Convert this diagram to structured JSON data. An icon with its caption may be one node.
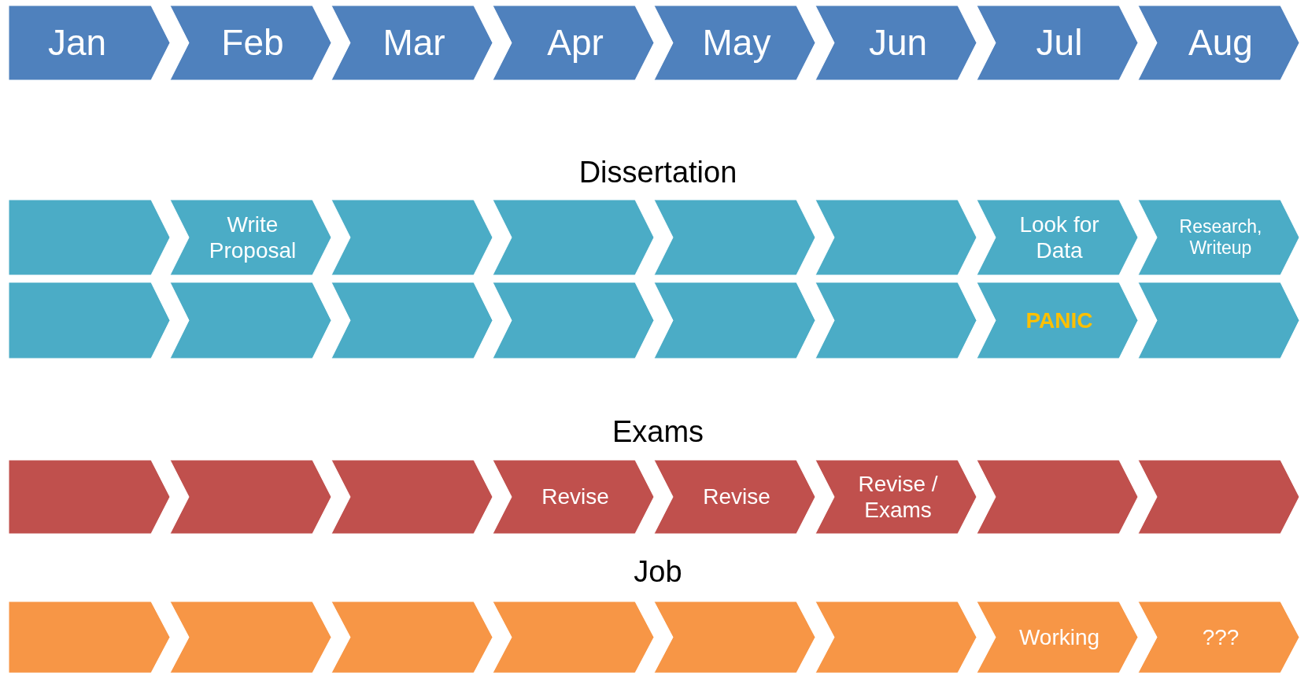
{
  "diagram": {
    "nodes": [
      {
        "text": [
          "Jan"
        ]
      },
      {
        "text": [
          "Feb"
        ]
      },
      {
        "text": [
          "Mar"
        ]
      },
      {
        "text": [
          "Apr"
        ]
      },
      {
        "text": [
          "May"
        ]
      },
      {
        "text": [
          "Jun"
        ]
      },
      {
        "text": [
          "Jul"
        ]
      },
      {
        "text": [
          "Aug"
        ]
      },
      {
        "text": [],
        "shape": "chevron"
      },
      {
        "text": [
          "Write Proposal"
        ]
      },
      {
        "text": [],
        "shape": "chevron"
      },
      {
        "text": [],
        "shape": "chevron"
      },
      {
        "text": [],
        "shape": "chevron"
      },
      {
        "text": [],
        "shape": "chevron"
      },
      {
        "text": [
          "Look for Data"
        ]
      },
      {
        "text": [
          "Research, Writeup"
        ]
      },
      {
        "text": [],
        "shape": "chevron"
      },
      {
        "text": [],
        "shape": "chevron"
      },
      {
        "text": [],
        "shape": "chevron"
      },
      {
        "text": [],
        "shape": "chevron"
      },
      {
        "text": [],
        "shape": "chevron"
      },
      {
        "text": [],
        "shape": "chevron"
      },
      {
        "text": [
          "PANIC"
        ]
      },
      {
        "text": [],
        "shape": "chevron"
      },
      {
        "text": [],
        "shape": "chevron"
      },
      {
        "text": [],
        "shape": "chevron"
      },
      {
        "text": [],
        "shape": "chevron"
      },
      {
        "text": [
          "Revise"
        ]
      },
      {
        "text": [
          "Revise"
        ]
      },
      {
        "text": [
          "Revise / Exams"
        ]
      },
      {
        "text": [],
        "shape": "chevron"
      },
      {
        "text": [],
        "shape": "chevron"
      },
      {
        "text": [],
        "shape": "chevron"
      },
      {
        "text": [],
        "shape": "chevron"
      },
      {
        "text": [],
        "shape": "chevron"
      },
      {
        "text": [],
        "shape": "chevron"
      },
      {
        "text": [],
        "shape": "chevron"
      },
      {
        "text": [],
        "shape": "chevron"
      },
      {
        "text": [
          "Working"
        ]
      },
      {
        "text": [
          "???"
        ]
      }
    ],
    "labels": [
      "Dissertation",
      "Exams",
      "Job"
    ]
  }
}
